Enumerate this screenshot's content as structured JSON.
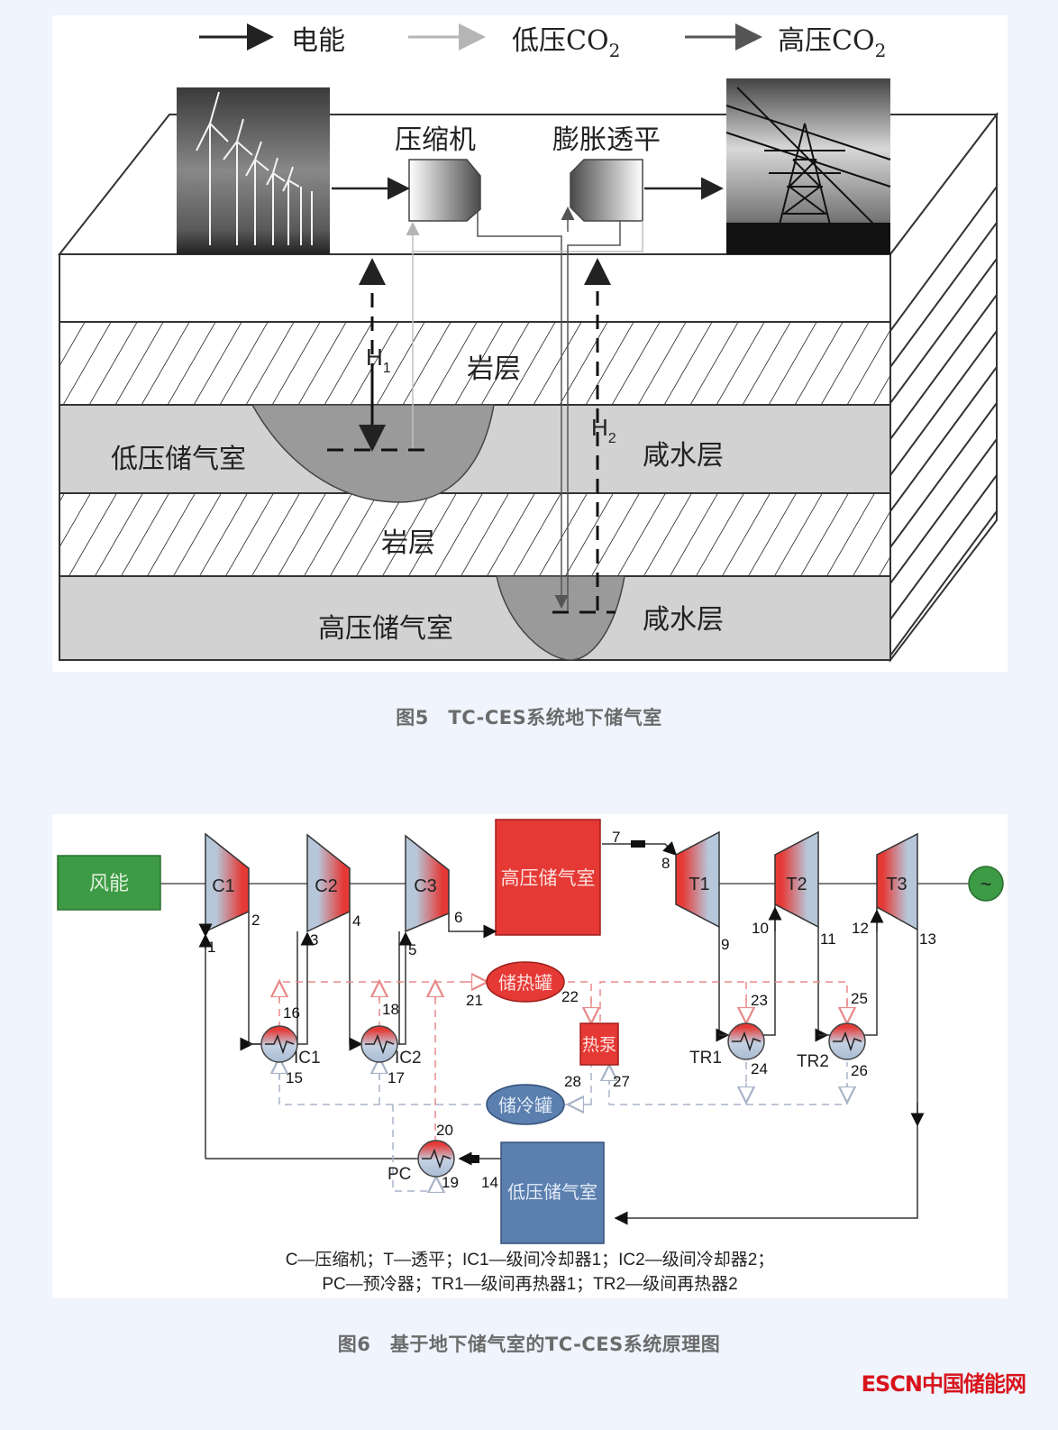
{
  "figure5": {
    "legend": [
      {
        "label": "电能",
        "color": "#222222"
      },
      {
        "label": "低压CO",
        "sub": "2",
        "color": "#b5b5b5"
      },
      {
        "label": "高压CO",
        "sub": "2",
        "color": "#555555"
      }
    ],
    "labels": {
      "compressor": "压缩机",
      "expander": "膨胀透平",
      "rock_layer_1": "岩层",
      "rock_layer_2": "岩层",
      "low_pressure_chamber": "低压储气室",
      "high_pressure_chamber": "高压储气室",
      "saline_layer_1": "咸水层",
      "saline_layer_2": "咸水层",
      "h1": "H",
      "h1_sub": "1",
      "h2": "H",
      "h2_sub": "2"
    },
    "images": {
      "left": "wind-turbines-photo",
      "right": "power-tower-photo"
    },
    "caption": "图5　TC-CES系统地下储气室"
  },
  "figure6": {
    "blocks": {
      "wind": "风能",
      "hp_chamber": "高压储气室",
      "lp_chamber": "低压储气室",
      "heat_tank": "储热罐",
      "cold_tank": "储冷罐",
      "heat_pump": "热泵",
      "generator": "~"
    },
    "compressors": [
      "C1",
      "C2",
      "C3"
    ],
    "turbines": [
      "T1",
      "T2",
      "T3"
    ],
    "exchangers": [
      "IC1",
      "IC2",
      "TR1",
      "TR2",
      "PC"
    ],
    "state_points": [
      "1",
      "2",
      "3",
      "4",
      "5",
      "6",
      "7",
      "8",
      "9",
      "10",
      "11",
      "12",
      "13",
      "14",
      "15",
      "16",
      "17",
      "18",
      "19",
      "20",
      "21",
      "22",
      "23",
      "24",
      "25",
      "26",
      "27",
      "28"
    ],
    "legend_line1": "C—压缩机；T—透平；IC1—级间冷却器1；IC2—级间冷却器2；",
    "legend_line2": "PC—预冷器；TR1—级间再热器1；TR2—级间再热器2",
    "colors": {
      "hot": "#e53935",
      "cold": "#5b7fae",
      "wind": "#3d9a45",
      "gen": "#3d9a45",
      "hotline": "#e88a8a",
      "coldline": "#a9b4c8"
    },
    "caption": "图6　基于地下储气室的TC-CES系统原理图"
  },
  "watermark": "ESCN中国储能网"
}
